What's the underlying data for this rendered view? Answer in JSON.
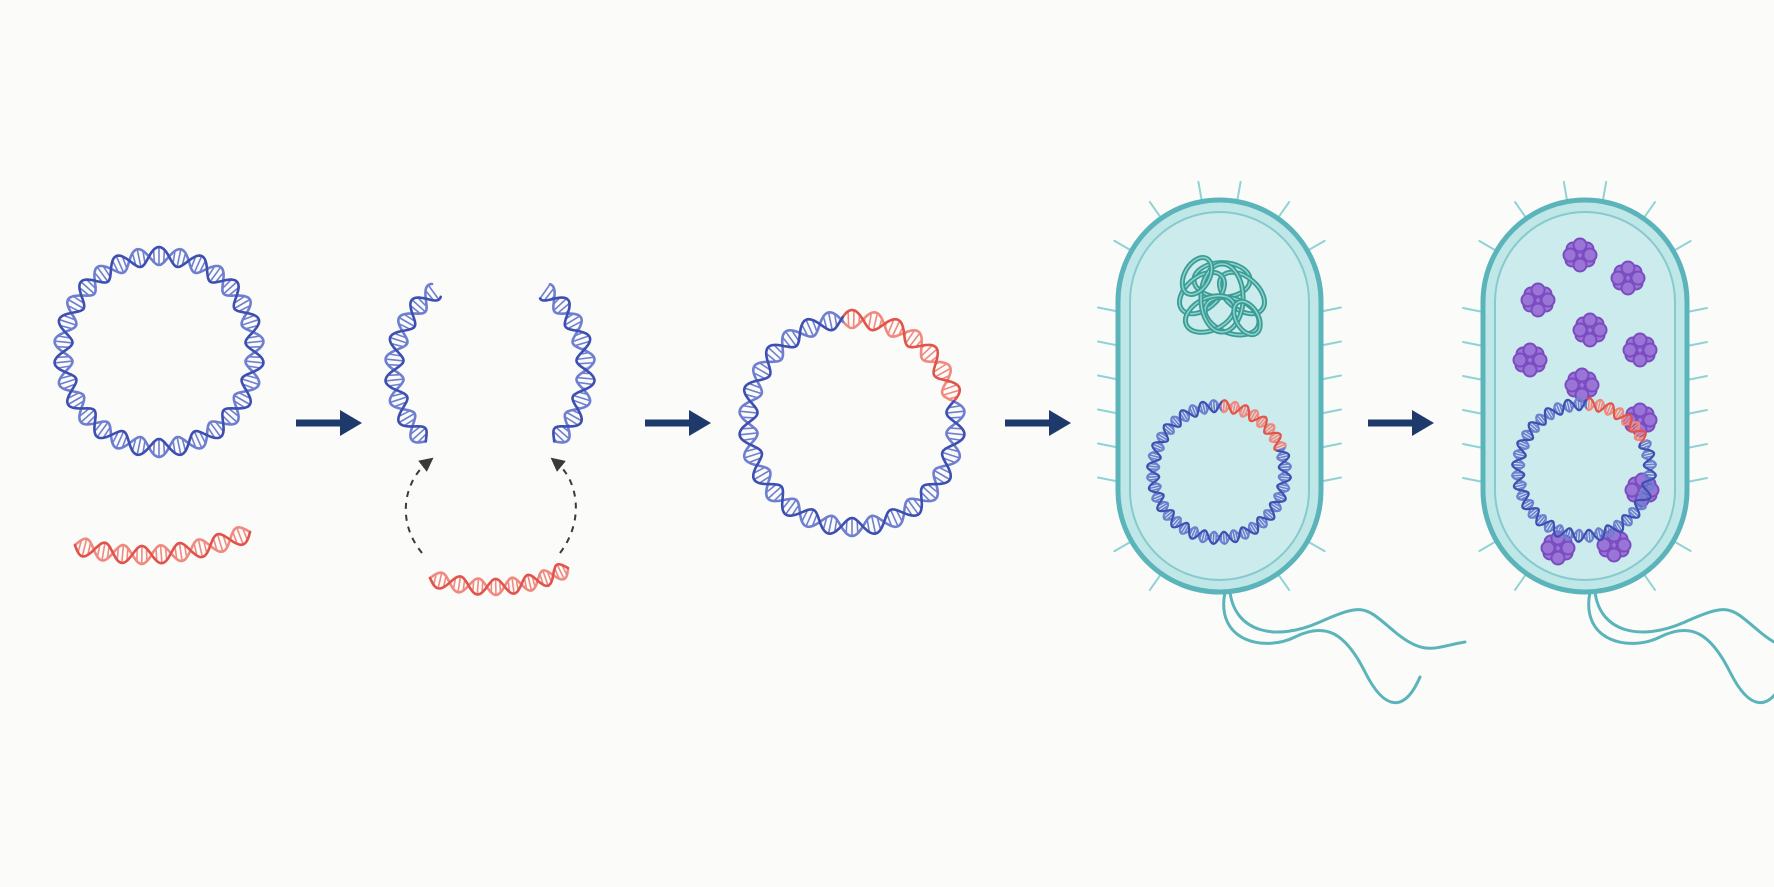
{
  "colors": {
    "background": "#fbfbf9",
    "plasmid_blue": "#3d4fb0",
    "plasmid_blue_light": "#6f7fd0",
    "insert_red": "#e0544c",
    "insert_red_light": "#f08a80",
    "arrow_navy": "#1d3a6b",
    "guide_dash": "#3a3a3a",
    "cell_fill": "#bfe7e8",
    "cell_outline": "#5bb4ba",
    "cell_inner": "#d7f0f0",
    "chromosome": "#3b9c96",
    "protein_purple": "#7a4cc0"
  },
  "icons": {
    "step_arrow": "right-arrow-icon",
    "insert_guide": "curved-dashed-arrow-icon"
  },
  "diagram": {
    "steps": [
      {
        "id": "plasmid-and-insert",
        "parts": [
          "circular-plasmid",
          "dna-insert-fragment"
        ]
      },
      {
        "id": "cut-plasmid",
        "parts": [
          "cut-plasmid-left-half",
          "cut-plasmid-right-half",
          "dna-insert-fragment",
          "insertion-guide-arrows"
        ]
      },
      {
        "id": "recombinant-plasmid",
        "parts": [
          "recombinant-plasmid"
        ]
      },
      {
        "id": "transformed-bacterium",
        "parts": [
          "bacterial-cell",
          "bacterial-chromosome",
          "recombinant-plasmid",
          "flagella",
          "pili"
        ]
      },
      {
        "id": "protein-expression",
        "parts": [
          "bacterial-cell",
          "recombinant-plasmid",
          "expressed-protein-clusters",
          "flagella",
          "pili"
        ]
      }
    ],
    "transition_arrows": 4,
    "protein_cluster_count": 11
  }
}
